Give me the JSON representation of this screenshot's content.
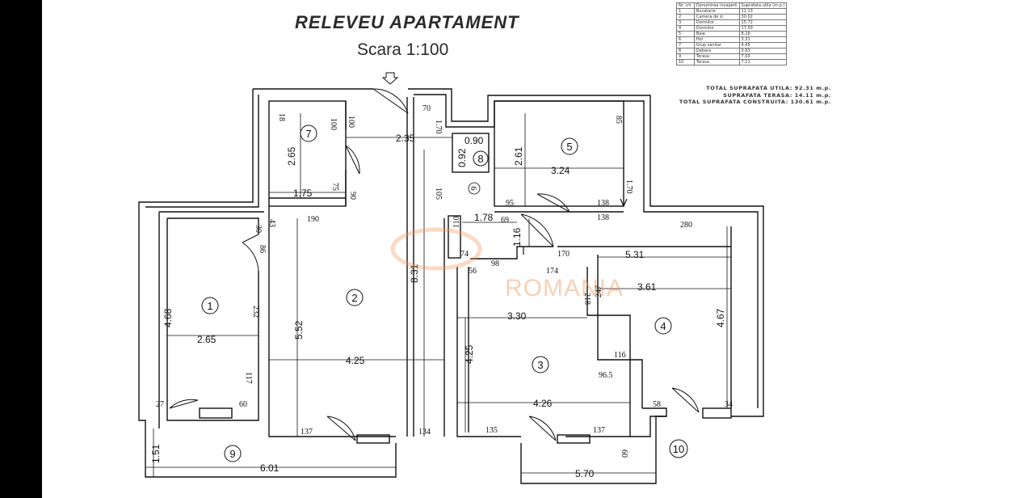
{
  "header": {
    "title": "RELEVEU APARTAMENT",
    "scale": "Scara 1:100"
  },
  "watermark": "ROMANIA",
  "surface_table": {
    "headers": [
      "Nr. crt.",
      "Denumirea incaperii",
      "Suprafata utila (m.p.)"
    ],
    "rows": [
      [
        "1",
        "Bucatarie",
        "12.13"
      ],
      [
        "2",
        "Camera de zi",
        "30.02"
      ],
      [
        "3",
        "Dormitor",
        "15.72"
      ],
      [
        "4",
        "Dormitor",
        "17.59"
      ],
      [
        "5",
        "Baie",
        "8.26"
      ],
      [
        "6",
        "Hol",
        "3.31"
      ],
      [
        "7",
        "Grup sanitar",
        "4.45"
      ],
      [
        "8",
        "Debara",
        "0.83"
      ],
      [
        "9",
        "Terasa",
        "7.00"
      ],
      [
        "10",
        "Terasa",
        "7.11"
      ]
    ]
  },
  "totals": {
    "useful": "TOTAL SUPRAFATA UTILA: 92.31 m.p.",
    "terrace": "SUPRAFATA TERASA: 14.11 m.p.",
    "built": "TOTAL SUPRAFATA CONSTRUITA: 130.61 m.p."
  },
  "rooms": [
    {
      "id": "1",
      "label": "1"
    },
    {
      "id": "2",
      "label": "2"
    },
    {
      "id": "3",
      "label": "3"
    },
    {
      "id": "4",
      "label": "4"
    },
    {
      "id": "5",
      "label": "5"
    },
    {
      "id": "6",
      "label": "6"
    },
    {
      "id": "7",
      "label": "7"
    },
    {
      "id": "8",
      "label": "8"
    },
    {
      "id": "9",
      "label": "9"
    },
    {
      "id": "10",
      "label": "10"
    }
  ],
  "dimensions": {
    "d_235": "2.35",
    "d_265_r7": "2.65",
    "d_175": "1.75",
    "d_18": "18",
    "d_100a": "100",
    "d_100b": "100",
    "d_75": "75",
    "d_90": "90",
    "d_190": "190",
    "d_30": "30",
    "d_43": "43",
    "d_86": "86",
    "d_468": "4.68",
    "d_265_r1": "2.65",
    "d_232": "232",
    "d_117": "117",
    "d_27": "27",
    "d_60": "60",
    "d_552": "5.52",
    "d_425_r2": "4.25",
    "d_137a": "137",
    "d_134": "134",
    "d_831": "8.31",
    "d_70": "70",
    "d_170v": "1.70",
    "d_105": "105",
    "d_090": "0.90",
    "d_092": "0.92",
    "d_261": "2.61",
    "d_324": "3.24",
    "d_85": "85",
    "d_170_5": "1.70",
    "d_95": "95",
    "d_138a": "138",
    "d_138b": "138",
    "d_178": "1.78",
    "d_69": "69",
    "d_116": "1.16",
    "d_110": "110",
    "d_74": "74",
    "d_98": "98",
    "d_56": "56",
    "d_170h": "170",
    "d_174": "174",
    "d_531": "5.31",
    "d_280": "280",
    "d_361": "3.61",
    "d_467": "4.67",
    "d_218": "218",
    "d_247": "247",
    "d_116b": "116",
    "d_965": "96.5",
    "d_58": "58",
    "d_34": "34",
    "d_330": "3.30",
    "d_425_r3": "4.25",
    "d_426": "4.26",
    "d_135": "135",
    "d_137b": "137",
    "d_151": "1.51",
    "d_601": "6.01",
    "d_60b": "60",
    "d_570": "5.70"
  }
}
